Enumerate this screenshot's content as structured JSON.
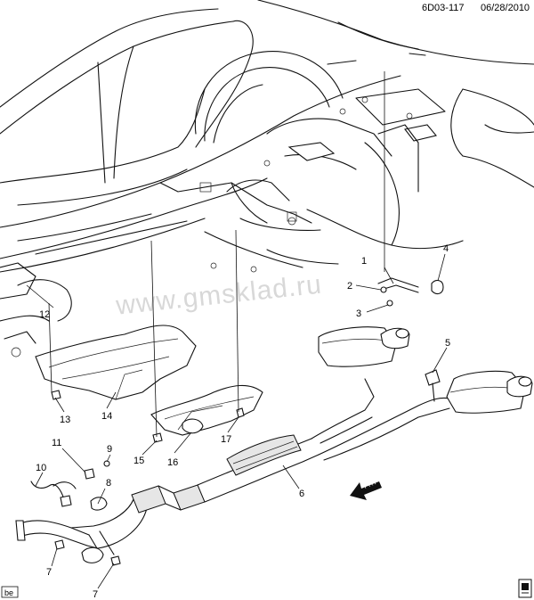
{
  "header": {
    "ref": "6D03-117",
    "date": "06/28/2010"
  },
  "watermark": "www.gmsklad.ru",
  "direction_label": "FRT",
  "corner_badge": "be",
  "callouts": [
    {
      "id": "c1",
      "text": "1"
    },
    {
      "id": "c2",
      "text": "2"
    },
    {
      "id": "c3",
      "text": "3"
    },
    {
      "id": "c4",
      "text": "4"
    },
    {
      "id": "c5",
      "text": "5"
    },
    {
      "id": "c6",
      "text": "6"
    },
    {
      "id": "c7a",
      "text": "7"
    },
    {
      "id": "c7b",
      "text": "7"
    },
    {
      "id": "c8",
      "text": "8"
    },
    {
      "id": "c9",
      "text": "9"
    },
    {
      "id": "c10",
      "text": "10"
    },
    {
      "id": "c11",
      "text": "11"
    },
    {
      "id": "c12",
      "text": "12"
    },
    {
      "id": "c13",
      "text": "13"
    },
    {
      "id": "c14",
      "text": "14"
    },
    {
      "id": "c15",
      "text": "15"
    },
    {
      "id": "c16",
      "text": "16"
    },
    {
      "id": "c17",
      "text": "17"
    }
  ],
  "icons": {
    "book": "manual-book-icon",
    "arrow": "front-direction-arrow-icon"
  }
}
